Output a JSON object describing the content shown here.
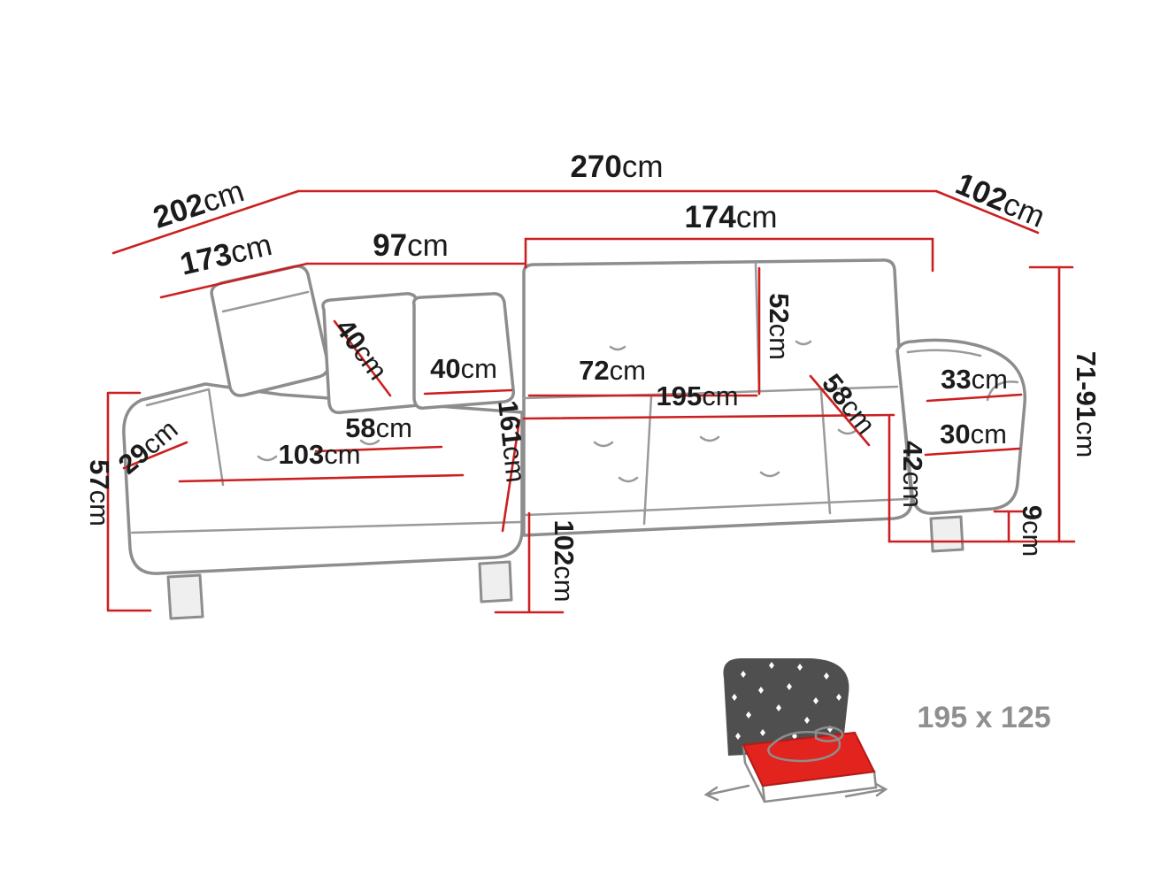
{
  "diagram": {
    "dims": {
      "overall_width": {
        "value": "270",
        "unit": "cm"
      },
      "overall_depth_left": {
        "value": "202",
        "unit": "cm"
      },
      "back_left_outer": {
        "value": "173",
        "unit": "cm"
      },
      "back_left_inner": {
        "value": "97",
        "unit": "cm"
      },
      "right_seat_width": {
        "value": "174",
        "unit": "cm"
      },
      "overall_depth_right": {
        "value": "102",
        "unit": "cm"
      },
      "pillow_diagonal": {
        "value": "40",
        "unit": "cm"
      },
      "pillow_width": {
        "value": "40",
        "unit": "cm"
      },
      "back_height": {
        "value": "52",
        "unit": "cm"
      },
      "front_seat_width": {
        "value": "72",
        "unit": "cm"
      },
      "sleeping_length": {
        "value": "195",
        "unit": "cm"
      },
      "right_seat_depth": {
        "value": "58",
        "unit": "cm"
      },
      "armrest_top_width": {
        "value": "33",
        "unit": "cm"
      },
      "armrest_side_width": {
        "value": "30",
        "unit": "cm"
      },
      "front_seat_height": {
        "value": "42",
        "unit": "cm"
      },
      "left_seat_depth": {
        "value": "58",
        "unit": "cm"
      },
      "chaise_width": {
        "value": "103",
        "unit": "cm"
      },
      "chaise_length": {
        "value": "161",
        "unit": "cm"
      },
      "left_armrest_width": {
        "value": "29",
        "unit": "cm"
      },
      "seat_height": {
        "value": "57",
        "unit": "cm"
      },
      "total_height_range": {
        "value": "71-91",
        "unit": "cm"
      },
      "leg_height": {
        "value": "9",
        "unit": "cm"
      },
      "chaise_total_depth": {
        "value": "102",
        "unit": "cm"
      }
    },
    "sleeping_area": {
      "label": "195 x 125"
    },
    "colors": {
      "dimension_red": "#cc2020",
      "outline_gray": "#8d8d8d",
      "text_black": "#1b1b1b",
      "bed_red": "#e3231e",
      "bed_dark": "#4f4f4f",
      "bed_label_gray": "#8f8f8f"
    }
  }
}
